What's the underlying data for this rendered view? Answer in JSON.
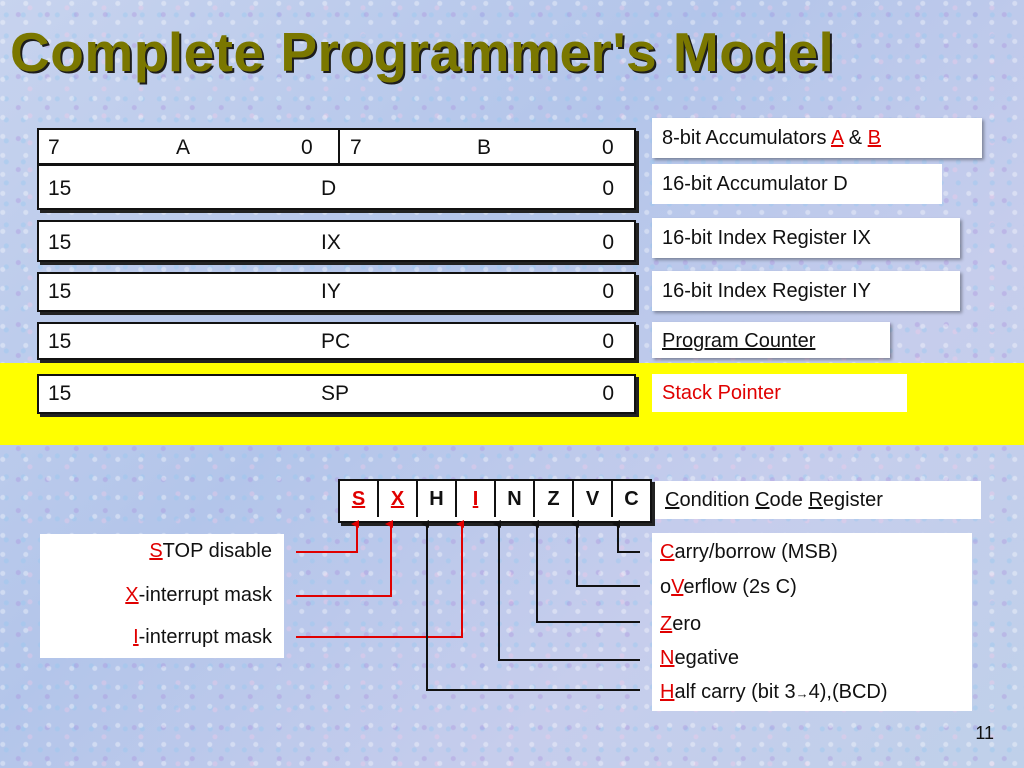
{
  "title": "Complete Programmer's Model",
  "registers": {
    "ab": {
      "a_hi": "7",
      "a_name": "A",
      "a_lo": "0",
      "b_hi": "7",
      "b_name": "B",
      "b_lo": "0"
    },
    "d": {
      "hi": "15",
      "name": "D",
      "lo": "0"
    },
    "ix": {
      "hi": "15",
      "name": "IX",
      "lo": "0"
    },
    "iy": {
      "hi": "15",
      "name": "IY",
      "lo": "0"
    },
    "pc": {
      "hi": "15",
      "name": "PC",
      "lo": "0"
    },
    "sp": {
      "hi": "15",
      "name": "SP",
      "lo": "0"
    }
  },
  "labels": {
    "ab_prefix": "8-bit Accumulators ",
    "ab_a": "A",
    "ab_amp": " & ",
    "ab_b": "B",
    "d": "16-bit Accumulator D",
    "ix": "16-bit Index Register IX",
    "iy": "16-bit Index Register IY",
    "pc": "Program Counter",
    "sp": "Stack Pointer"
  },
  "ccr": {
    "bits": [
      "S",
      "X",
      "H",
      "I",
      "N",
      "Z",
      "V",
      "C"
    ],
    "label_c1": "C",
    "label_t1": "ondition ",
    "label_c2": "C",
    "label_t2": "ode ",
    "label_r": "R",
    "label_t3": "egister"
  },
  "left_flags": {
    "s_letter": "S",
    "s_text": "TOP disable",
    "x_letter": "X",
    "x_text": "-interrupt mask",
    "i_letter": "I",
    "i_text": "-interrupt mask"
  },
  "right_flags": {
    "c_letter": "C",
    "c_text": "arry/borrow (MSB)",
    "v_pre": "o",
    "v_letter": "V",
    "v_text": "erflow (2s C)",
    "z_letter": "Z",
    "z_text": "ero",
    "n_letter": "N",
    "n_text": "egative",
    "h_letter": "H",
    "h_text1": "alf carry (bit 3",
    "h_arrow": "→",
    "h_text2": "4),(BCD)"
  },
  "page_number": "11",
  "colors": {
    "title": "#7a7700",
    "highlight": "#ffff00",
    "flag_red": "#e00000",
    "wire_red": "#e00000"
  }
}
